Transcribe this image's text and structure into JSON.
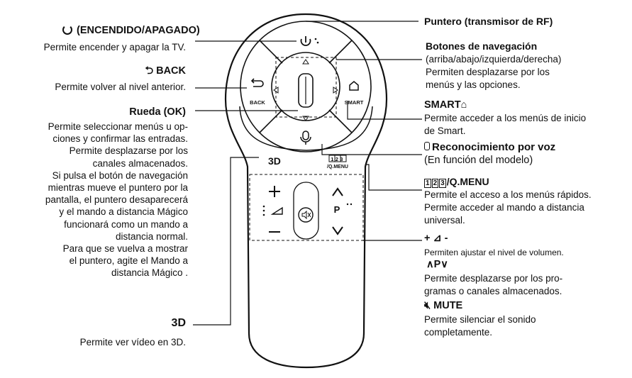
{
  "power": {
    "title": "(ENCENDIDO/APAGADO)",
    "desc": "Permite encender y apagar la TV."
  },
  "back": {
    "title": "BACK",
    "desc": "Permite volver al nivel anterior."
  },
  "wheel": {
    "title": "Rueda (OK)",
    "desc": [
      "Permite seleccionar menús u op-",
      "ciones y confirmar las entradas.",
      "Permite desplazarse por los",
      "canales almacenados.",
      "Si pulsa el botón de navegación",
      "mientras mueve el puntero por la",
      "pantalla, el puntero desaparecerá",
      "y el mando a distancia Mágico",
      "funcionará como un mando a",
      "distancia normal.",
      "Para que se vuelva a mostrar",
      "el puntero, agite el Mando a",
      "distancia Mágico ."
    ]
  },
  "three_d": {
    "title": "3D",
    "desc": "Permite ver vídeo en 3D."
  },
  "pointer": {
    "title": "Puntero (transmisor de RF)"
  },
  "nav": {
    "title": "Botones de navegación",
    "desc": [
      "(arriba/abajo/izquierda/derecha)",
      "Permiten desplazarse por los",
      "menús y las opciones."
    ]
  },
  "smart": {
    "title": "SMART",
    "desc": [
      "Permite acceder a los menús de inicio",
      "de Smart."
    ]
  },
  "voice": {
    "title": "Reconocimiento por voz",
    "desc": "(En función del modelo)"
  },
  "qmenu": {
    "boxes": [
      "1",
      "2",
      "3"
    ],
    "title": "/Q.MENU",
    "desc": [
      "Permite el acceso a los menús rápidos.",
      "Permite acceder al mando a distancia",
      "universal."
    ]
  },
  "volume": {
    "title": "+ ⊿ -",
    "desc": "Permiten ajustar el nivel de volumen."
  },
  "program": {
    "title": "∧P∨",
    "desc": [
      "Permite desplazarse por los pro-",
      "gramas o canales almacenados."
    ]
  },
  "mute": {
    "title": "MUTE",
    "desc": [
      "Permite silenciar el sonido",
      "completamente."
    ]
  },
  "remote": {
    "back_label": "BACK",
    "smart_label": "SMART",
    "qmenu_label": "/Q.MENU",
    "qmenu_boxes": "123",
    "three_d_label": "3D",
    "p_label": "P"
  }
}
